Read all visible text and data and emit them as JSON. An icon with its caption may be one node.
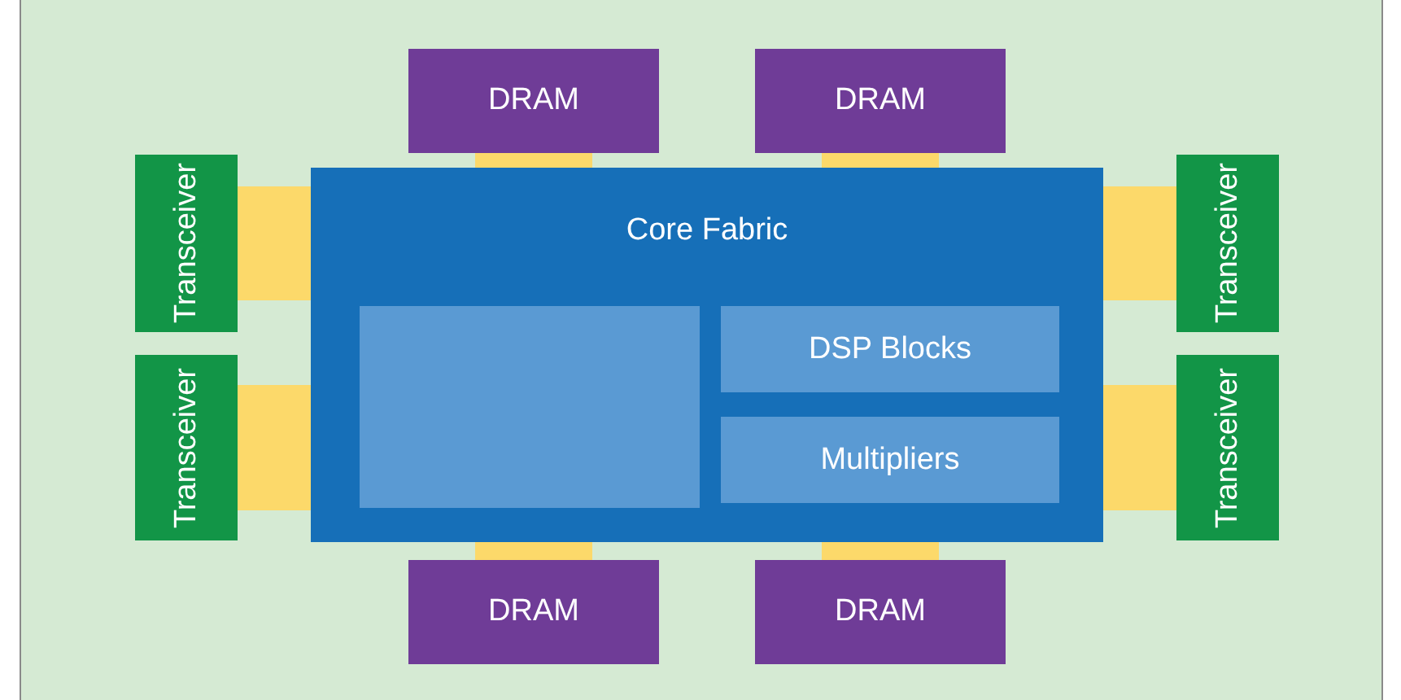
{
  "diagram": {
    "nodes": [
      {
        "text": [
          "DRAM"
        ]
      },
      {
        "text": [
          "DRAM"
        ]
      },
      {
        "text": [
          "Transceiver"
        ]
      },
      {
        "text": [
          "Core Fabric"
        ]
      },
      {
        "text": [
          "Transceiver"
        ]
      },
      {
        "text": [],
        "shape": "box",
        "in": 3
      },
      {
        "text": [
          "DSP Blocks"
        ],
        "in": 3
      },
      {
        "text": [
          "Multipliers"
        ],
        "in": 3
      },
      {
        "text": [
          "Transceiver"
        ]
      },
      {
        "text": [
          "Transceiver"
        ]
      },
      {
        "text": [
          "DRAM"
        ]
      },
      {
        "text": [
          "DRAM"
        ]
      }
    ],
    "edges": [
      {
        "from": 0,
        "to": 3,
        "arrow": "none"
      },
      {
        "from": 1,
        "to": 3,
        "arrow": "none"
      },
      {
        "from": 2,
        "to": 3,
        "arrow": "none"
      },
      {
        "from": 4,
        "to": 3,
        "arrow": "none"
      },
      {
        "from": 8,
        "to": 3,
        "arrow": "none"
      },
      {
        "from": 9,
        "to": 3,
        "arrow": "none"
      },
      {
        "from": 10,
        "to": 3,
        "arrow": "none"
      },
      {
        "from": 11,
        "to": 3,
        "arrow": "none"
      }
    ]
  }
}
